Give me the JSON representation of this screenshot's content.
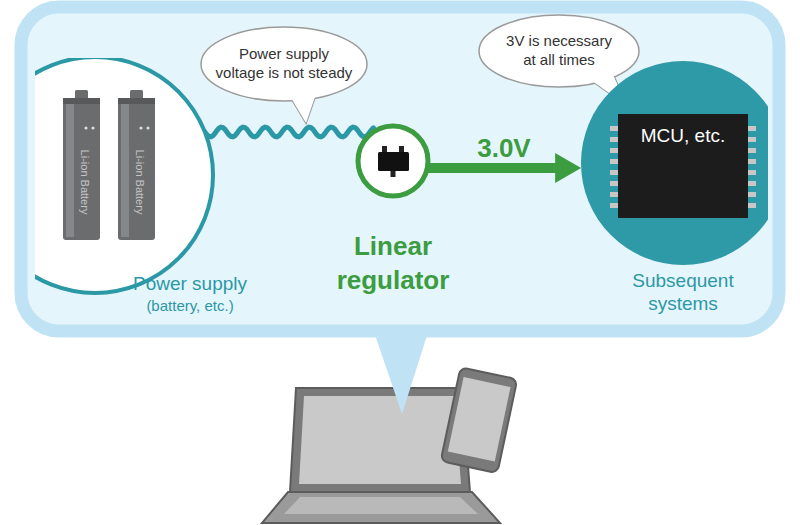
{
  "diagram": {
    "nodes": [
      {
        "text": [
          "Power supply",
          "(battery, etc.)"
        ]
      },
      {
        "text": [
          "Power supply voltage is not steady"
        ]
      },
      {
        "text": [
          "Linear regulator"
        ]
      },
      {
        "text": [
          "3V is necessary at all times"
        ]
      },
      {
        "text": [
          "Subsequent systems"
        ]
      },
      {
        "text": [
          "MCU, etc."
        ],
        "in": 4
      }
    ],
    "edges": [
      {
        "from": 0,
        "to": 2,
        "arrow": "none"
      },
      {
        "from": 2,
        "to": 4,
        "label": "3.0V",
        "arrow": "to"
      }
    ],
    "labels": [
      "Li-ion Battery",
      "Li-ion Battery"
    ]
  }
}
